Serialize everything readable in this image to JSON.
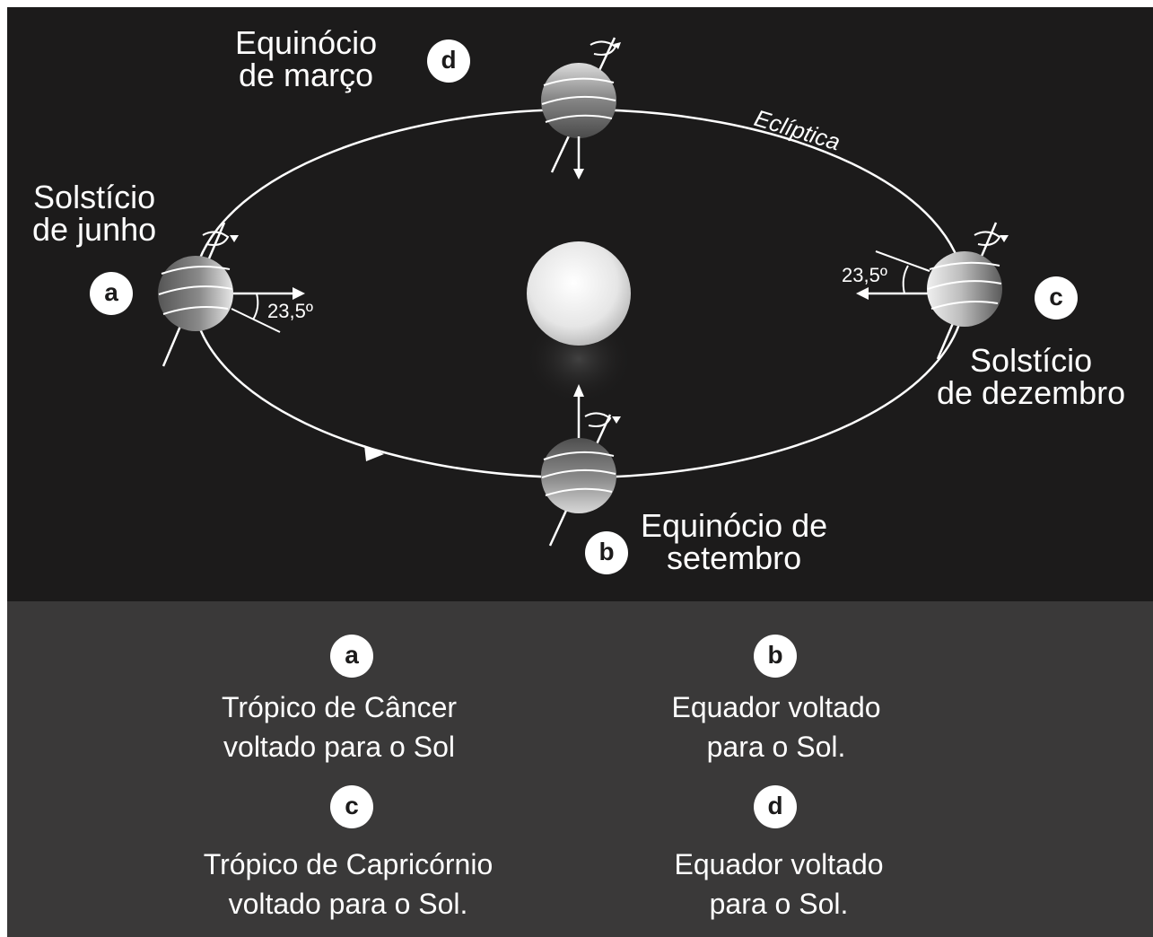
{
  "labels": {
    "march": [
      "Equinócio",
      "de março"
    ],
    "june": [
      "Solstício",
      "de junho"
    ],
    "september": [
      "Equinócio de",
      "setembro"
    ],
    "december": [
      "Solstício",
      "de dezembro"
    ],
    "ecliptic": "Eclíptica",
    "angle": "23,5º"
  },
  "badges": {
    "a": "a",
    "b": "b",
    "c": "c",
    "d": "d"
  },
  "legend": [
    {
      "badge": "a",
      "lines": [
        "Trópico de Câncer",
        "voltado para o Sol"
      ]
    },
    {
      "badge": "b",
      "lines": [
        "Equador voltado",
        "para o Sol."
      ]
    },
    {
      "badge": "c",
      "lines": [
        "Trópico de Capricórnio",
        "voltado para o Sol."
      ]
    },
    {
      "badge": "d",
      "lines": [
        "Equador voltado",
        "para o Sol."
      ]
    }
  ],
  "colors": {
    "background": "#1c1b1b",
    "legend_background": "#3a3939",
    "foreground": "#ffffff"
  }
}
